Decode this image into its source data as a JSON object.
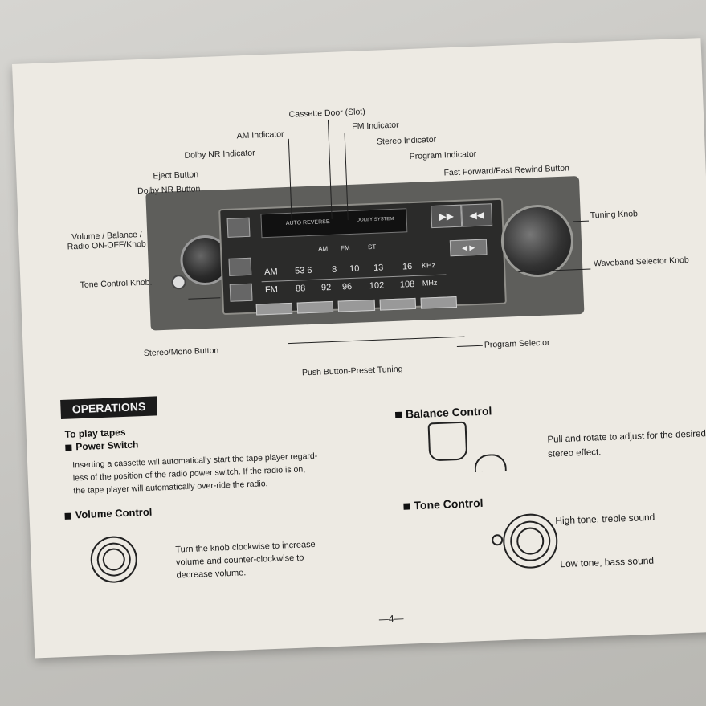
{
  "callouts": {
    "cassette_door": "Cassette Door (Slot)",
    "am_indicator": "AM Indicator",
    "fm_indicator": "FM Indicator",
    "dolby_nr_indicator": "Dolby NR Indicator",
    "stereo_indicator": "Stereo Indicator",
    "program_indicator": "Program Indicator",
    "eject_button": "Eject Button",
    "ff_rew_button": "Fast Forward/Fast Rewind Button",
    "dolby_nr_button": "Dolby NR Button",
    "tuning_knob": "Tuning Knob",
    "volume_knob_l1": "Volume / Balance  /",
    "volume_knob_l2": "Radio ON-OFF/Knob",
    "waveband_selector": "Waveband Selector Knob",
    "tone_control_knob": "Tone Control Knob.",
    "stereo_mono_button": "Stereo/Mono Button",
    "program_selector": "Program Selector",
    "push_button_preset": "Push Button-Preset Tuning"
  },
  "radio_face": {
    "auto_reverse": "AUTO REVERSE",
    "dolby": "DOLBY SYSTEM",
    "ind_am": "AM",
    "ind_fm": "FM",
    "ind_st": "ST",
    "am_label": "AM",
    "am_scale": [
      "53 6",
      "8",
      "10",
      "13",
      "16"
    ],
    "am_unit": "KHz",
    "fm_label": "FM",
    "fm_scale": [
      "88",
      "92",
      "96",
      "102",
      "108"
    ],
    "fm_unit": "MHz"
  },
  "operations": {
    "title": "OPERATIONS",
    "to_play": "To play tapes",
    "power_switch": "Power Switch",
    "power_text": [
      "Inserting a cassette will automatically start the tape player regard-",
      "less of the position of the radio power switch.  If the radio is on,",
      "the tape player will automatically over-ride the radio."
    ],
    "volume_title": "Volume Control",
    "volume_text": [
      "Turn  the  knob  clockwise  to  increase",
      "volume   and   counter-clockwise   to",
      "decrease volume."
    ],
    "balance_title": "Balance Control",
    "balance_text": [
      "Pull and rotate to adjust for the desired",
      "stereo effect."
    ],
    "tone_title": "Tone Control",
    "tone_high": "High tone, treble sound",
    "tone_low": "Low tone, bass sound"
  },
  "page_number": "—4—"
}
